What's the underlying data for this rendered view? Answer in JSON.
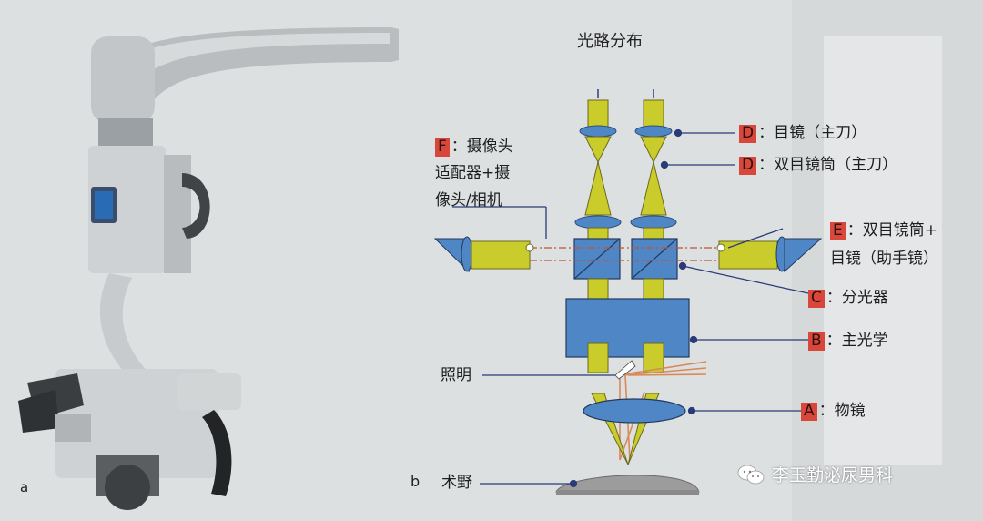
{
  "diagram": {
    "title": "光路分布",
    "panel_label_left": "a",
    "panel_label_right": "b",
    "labels": {
      "eyepiece_tag": "D",
      "eyepiece_text": "：目镜（主刀）",
      "binocular_tag": "D",
      "binocular_text": "：双目镜筒（主刀）",
      "camera_tag": "F",
      "camera_line1": "：摄像头",
      "camera_line2": "适配器+摄",
      "camera_line3": "像头/相机",
      "assistant_tag": "E",
      "assistant_line1": "：双目镜筒+",
      "assistant_line2": "目镜（助手镜）",
      "splitter_tag": "C",
      "splitter_text": "：分光器",
      "main_optics_tag": "B",
      "main_optics_text": "：主光学",
      "lighting_text": "照明",
      "objective_tag": "A",
      "objective_text": "：物镜",
      "field_text": "术野"
    },
    "colors": {
      "lens_blue": "#4f86c6",
      "tube_yellow": "#c9cc2a",
      "tag_red": "#d9473a",
      "beam_orange": "#d8895a",
      "leader_navy": "#2b3a78"
    }
  },
  "watermark": {
    "text": "李玉勤泌尿男科",
    "icon": "wechat-icon"
  }
}
